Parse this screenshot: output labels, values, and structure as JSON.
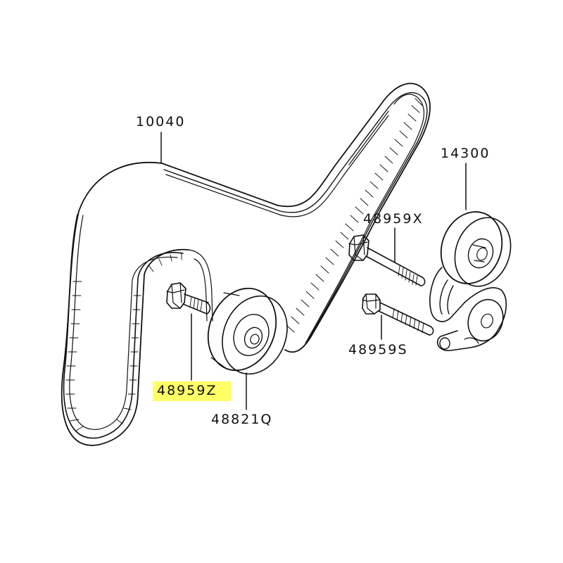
{
  "diagram": {
    "highlight_color": "#ffff66",
    "parts": {
      "belt": {
        "number": "10040"
      },
      "tensioner": {
        "number": "14300"
      },
      "tensioner_bolt_upper": {
        "number": "48959X"
      },
      "tensioner_bolt_lower": {
        "number": "48959S"
      },
      "idler_bolt": {
        "number": "48959Z",
        "highlighted": true
      },
      "idler_pulley": {
        "number": "48821Q"
      }
    }
  }
}
